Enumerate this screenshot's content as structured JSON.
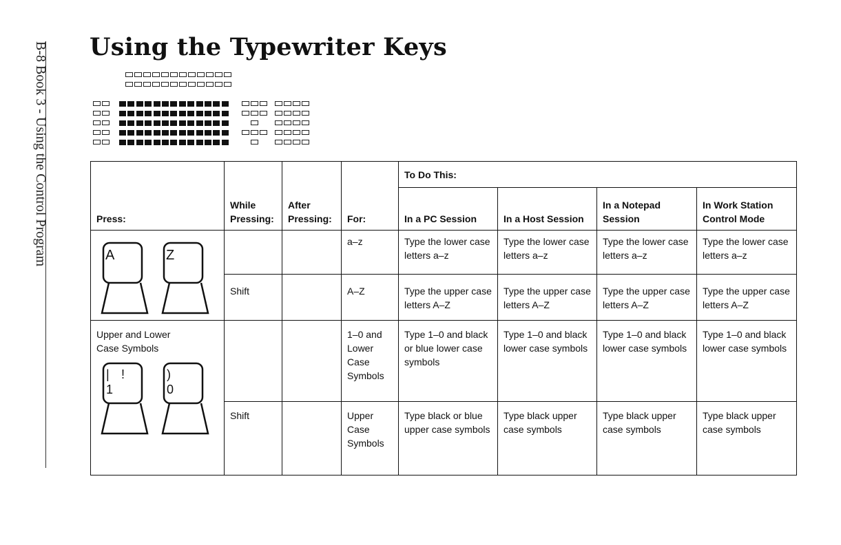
{
  "side_header": "B-8   Book 3 - Using the Control Program",
  "title": "Using the Typewriter Keys",
  "table": {
    "headers": {
      "press": "Press:",
      "while": "While Pressing:",
      "after": "After Pressing:",
      "for": "For:",
      "todo": "To Do This:",
      "pc": "In a PC Session",
      "host": "In a Host Session",
      "notepad": "In a Notepad Session",
      "workstation": "In Work Station Control Mode"
    },
    "group1": {
      "keys": [
        "A",
        "Z"
      ],
      "rows": [
        {
          "while": "",
          "after": "",
          "for": "a–z",
          "pc": "Type the lower case letters a–z",
          "host": "Type the lower case letters a–z",
          "notepad": "Type the lower case letters a–z",
          "workstation": "Type the lower case letters a–z"
        },
        {
          "while": "Shift",
          "after": "",
          "for": "A–Z",
          "pc": "Type the upper case letters A–Z",
          "host": "Type the upper case letters A–Z",
          "notepad": "Type the upper case letters A–Z",
          "workstation": "Type the upper case letters A–Z"
        }
      ]
    },
    "group2": {
      "label": "Upper and Lower Case Symbols",
      "keys": [
        {
          "top": "!",
          "bottom": "1"
        },
        {
          "top": ")",
          "bottom": "0"
        }
      ],
      "rows": [
        {
          "while": "",
          "after": "",
          "for": "1–0 and Lower Case Symbols",
          "pc": "Type 1–0 and black or blue lower case symbols",
          "host": "Type 1–0 and black lower case symbols",
          "notepad": "Type 1–0 and black lower case symbols",
          "workstation": "Type 1–0 and black lower case symbols"
        },
        {
          "while": "Shift",
          "after": "",
          "for": "Upper Case Symbols",
          "pc": "Type black or blue upper case symbols",
          "host": "Type black upper case symbols",
          "notepad": "Type black upper case symbols",
          "workstation": "Type black upper case symbols"
        }
      ]
    }
  }
}
